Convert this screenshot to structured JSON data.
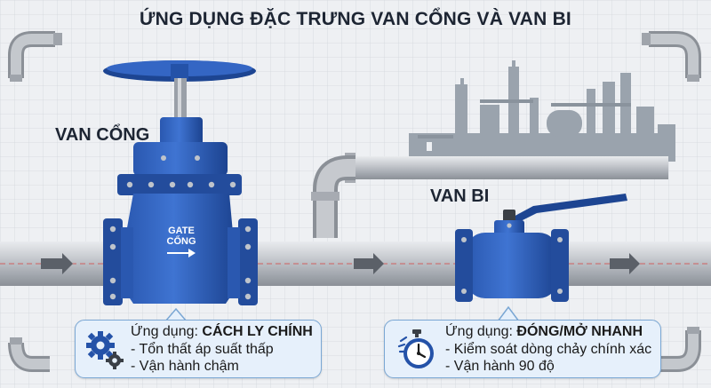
{
  "title": "ỨNG DỤNG ĐẶC TRƯNG VAN CỔNG VÀ VAN BI",
  "gate_valve": {
    "label": "VAN CỔNG",
    "body_text_1": "GATE",
    "body_text_2": "CỔNG",
    "callout": {
      "heading_prefix": "Ứng dụng: ",
      "heading_value": "CÁCH LY CHÍNH",
      "points": [
        "- Tổn thất áp suất thấp",
        "- Vận hành chậm"
      ],
      "icon": "gears-icon"
    }
  },
  "ball_valve": {
    "label": "VAN BI",
    "callout": {
      "heading_prefix": "Ứng dụng: ",
      "heading_value": "ĐÓNG/MỞ NHANH",
      "points": [
        "- Kiểm soát dòng chảy chính xác",
        "- Vận hành 90 độ"
      ],
      "icon": "stopwatch-icon"
    }
  },
  "colors": {
    "valve_blue": "#2452a8",
    "valve_blue_light": "#3d6fcc",
    "pipe_gray": "#b8bcc2",
    "skyline": "#9aa3ad",
    "callout_bg": "#e6f0fb",
    "flow_arrow": "#5b6068"
  },
  "flow_direction": "left-to-right"
}
